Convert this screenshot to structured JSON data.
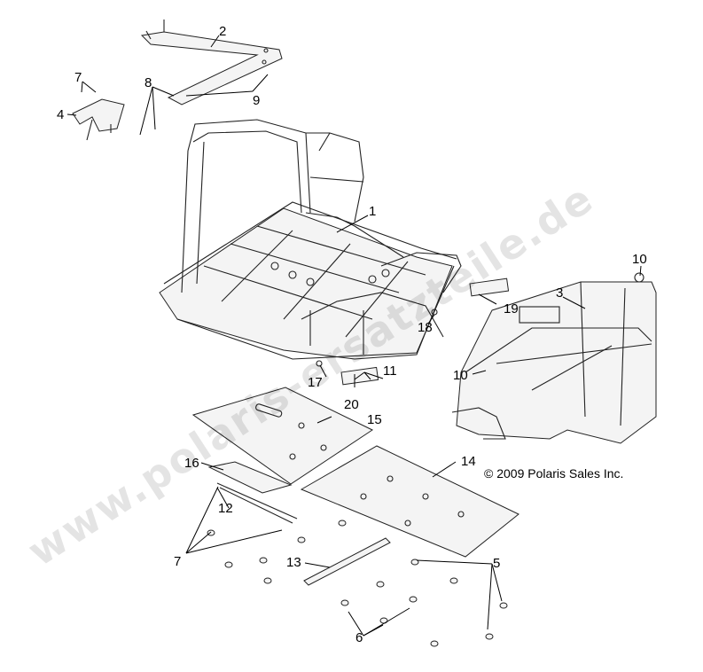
{
  "copyright": "© 2009 Polaris Sales Inc.",
  "watermark": "www.polaris-ersatzteile.de",
  "callouts": [
    {
      "id": "c1",
      "text": "1"
    },
    {
      "id": "c2",
      "text": "2"
    },
    {
      "id": "c3",
      "text": "3"
    },
    {
      "id": "c4",
      "text": "4"
    },
    {
      "id": "c5",
      "text": "5"
    },
    {
      "id": "c6",
      "text": "6"
    },
    {
      "id": "c7a",
      "text": "7"
    },
    {
      "id": "c7b",
      "text": "7"
    },
    {
      "id": "c8",
      "text": "8"
    },
    {
      "id": "c9",
      "text": "9"
    },
    {
      "id": "c10a",
      "text": "10"
    },
    {
      "id": "c10b",
      "text": "10"
    },
    {
      "id": "c11",
      "text": "11"
    },
    {
      "id": "c12",
      "text": "12"
    },
    {
      "id": "c13",
      "text": "13"
    },
    {
      "id": "c14",
      "text": "14"
    },
    {
      "id": "c15",
      "text": "15"
    },
    {
      "id": "c16",
      "text": "16"
    },
    {
      "id": "c17",
      "text": "17"
    },
    {
      "id": "c18",
      "text": "18"
    },
    {
      "id": "c19",
      "text": "19"
    },
    {
      "id": "c20",
      "text": "20"
    }
  ]
}
